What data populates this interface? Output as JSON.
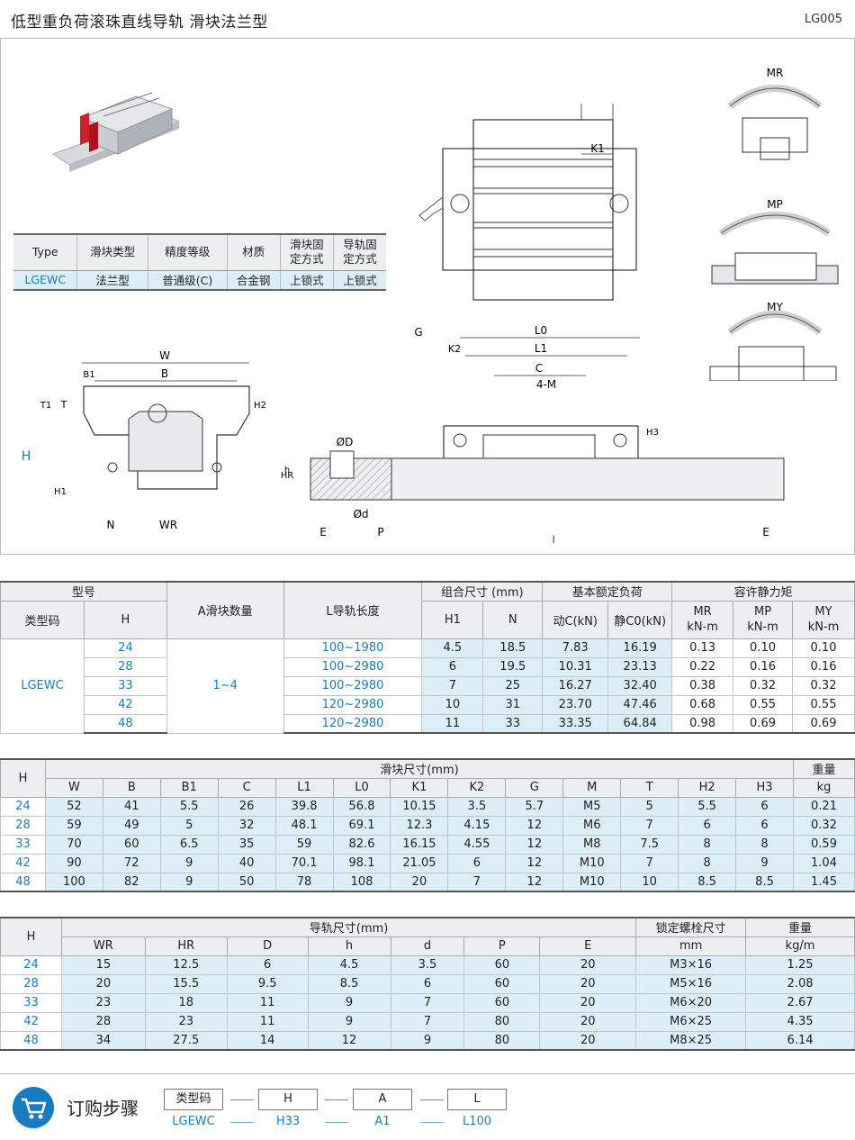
{
  "header": {
    "title": "低型重负荷滚珠直线导轨  滑块法兰型",
    "code": "LG005"
  },
  "drawing": {
    "labels": {
      "W": "W",
      "B": "B",
      "B1": "B1",
      "T1": "T1",
      "T": "T",
      "H2": "H2",
      "H": "H",
      "H1": "H1",
      "N": "N",
      "WR": "WR",
      "HR": "HR",
      "h": "h",
      "OD": "ØD",
      "Od": "Ød",
      "E": "E",
      "P": "P",
      "L": "L",
      "G": "G",
      "K2": "K2",
      "L0": "L0",
      "L1": "L1",
      "C": "C",
      "4M": "4-M",
      "H3": "H3",
      "K1": "K1",
      "MR": "MR",
      "MP": "MP",
      "MY": "MY"
    },
    "type_table": {
      "headers": [
        "Type",
        "滑块类型",
        "精度等级",
        "材质",
        "滑块固\n定方式",
        "导轨固\n定方式"
      ],
      "row": [
        "LGEWC",
        "法兰型",
        "普通级(C)",
        "合金钢",
        "上锁式",
        "上锁式"
      ]
    }
  },
  "table1": {
    "h_model": "型号",
    "h_typecode": "类型码",
    "h_H": "H",
    "h_blocks": "A滑块数量",
    "h_length": "L导轨长度",
    "h_combo": "组合尺寸 (mm)",
    "h_load": "基本额定负荷",
    "h_moment": "容许静力矩",
    "sub": [
      "H1",
      "N",
      "动C(kN)",
      "静C0(kN)",
      "MR\nkN-m",
      "MP\nkN-m",
      "MY\nkN-m"
    ],
    "type_code": "LGEWC",
    "blocks": "1~4",
    "rows": [
      [
        "24",
        "100~1980",
        "4.5",
        "18.5",
        "7.83",
        "16.19",
        "0.13",
        "0.10",
        "0.10"
      ],
      [
        "28",
        "100~2980",
        "6",
        "19.5",
        "10.31",
        "23.13",
        "0.22",
        "0.16",
        "0.16"
      ],
      [
        "33",
        "100~2980",
        "7",
        "25",
        "16.27",
        "32.40",
        "0.38",
        "0.32",
        "0.32"
      ],
      [
        "42",
        "120~2980",
        "10",
        "31",
        "23.70",
        "47.46",
        "0.68",
        "0.55",
        "0.55"
      ],
      [
        "48",
        "120~2980",
        "11",
        "33",
        "33.35",
        "64.84",
        "0.98",
        "0.69",
        "0.69"
      ]
    ]
  },
  "table2": {
    "h_H": "H",
    "h_group": "滑块尺寸(mm)",
    "h_weight": "重量",
    "cols": [
      "W",
      "B",
      "B1",
      "C",
      "L1",
      "L0",
      "K1",
      "K2",
      "G",
      "M",
      "T",
      "H2",
      "H3",
      "kg"
    ],
    "rows": [
      [
        "24",
        "52",
        "41",
        "5.5",
        "26",
        "39.8",
        "56.8",
        "10.15",
        "3.5",
        "5.7",
        "M5",
        "5",
        "5.5",
        "6",
        "0.21"
      ],
      [
        "28",
        "59",
        "49",
        "5",
        "32",
        "48.1",
        "69.1",
        "12.3",
        "4.15",
        "12",
        "M6",
        "7",
        "6",
        "6",
        "0.32"
      ],
      [
        "33",
        "70",
        "60",
        "6.5",
        "35",
        "59",
        "82.6",
        "16.15",
        "4.55",
        "12",
        "M8",
        "7.5",
        "8",
        "8",
        "0.59"
      ],
      [
        "42",
        "90",
        "72",
        "9",
        "40",
        "70.1",
        "98.1",
        "21.05",
        "6",
        "12",
        "M10",
        "7",
        "8",
        "9",
        "1.04"
      ],
      [
        "48",
        "100",
        "82",
        "9",
        "50",
        "78",
        "108",
        "20",
        "7",
        "12",
        "M10",
        "10",
        "8.5",
        "8.5",
        "1.45"
      ]
    ]
  },
  "table3": {
    "h_H": "H",
    "h_group": "导轨尺寸(mm)",
    "h_bolt": "锁定螺栓尺寸",
    "h_weight": "重量",
    "cols": [
      "WR",
      "HR",
      "D",
      "h",
      "d",
      "P",
      "E",
      "mm",
      "kg/m"
    ],
    "rows": [
      [
        "24",
        "15",
        "12.5",
        "6",
        "4.5",
        "3.5",
        "60",
        "20",
        "M3×16",
        "1.25"
      ],
      [
        "28",
        "20",
        "15.5",
        "9.5",
        "8.5",
        "6",
        "60",
        "20",
        "M5×16",
        "2.08"
      ],
      [
        "33",
        "23",
        "18",
        "11",
        "9",
        "7",
        "60",
        "20",
        "M6×20",
        "2.67"
      ],
      [
        "42",
        "28",
        "23",
        "11",
        "9",
        "7",
        "80",
        "20",
        "M6×25",
        "4.35"
      ],
      [
        "48",
        "34",
        "27.5",
        "14",
        "12",
        "9",
        "80",
        "20",
        "M8×25",
        "6.14"
      ]
    ]
  },
  "order": {
    "title": "订购步骤",
    "boxes": [
      "类型码",
      "H",
      "A",
      "L"
    ],
    "values": [
      "LGEWC",
      "H33",
      "A1",
      "L100"
    ]
  }
}
